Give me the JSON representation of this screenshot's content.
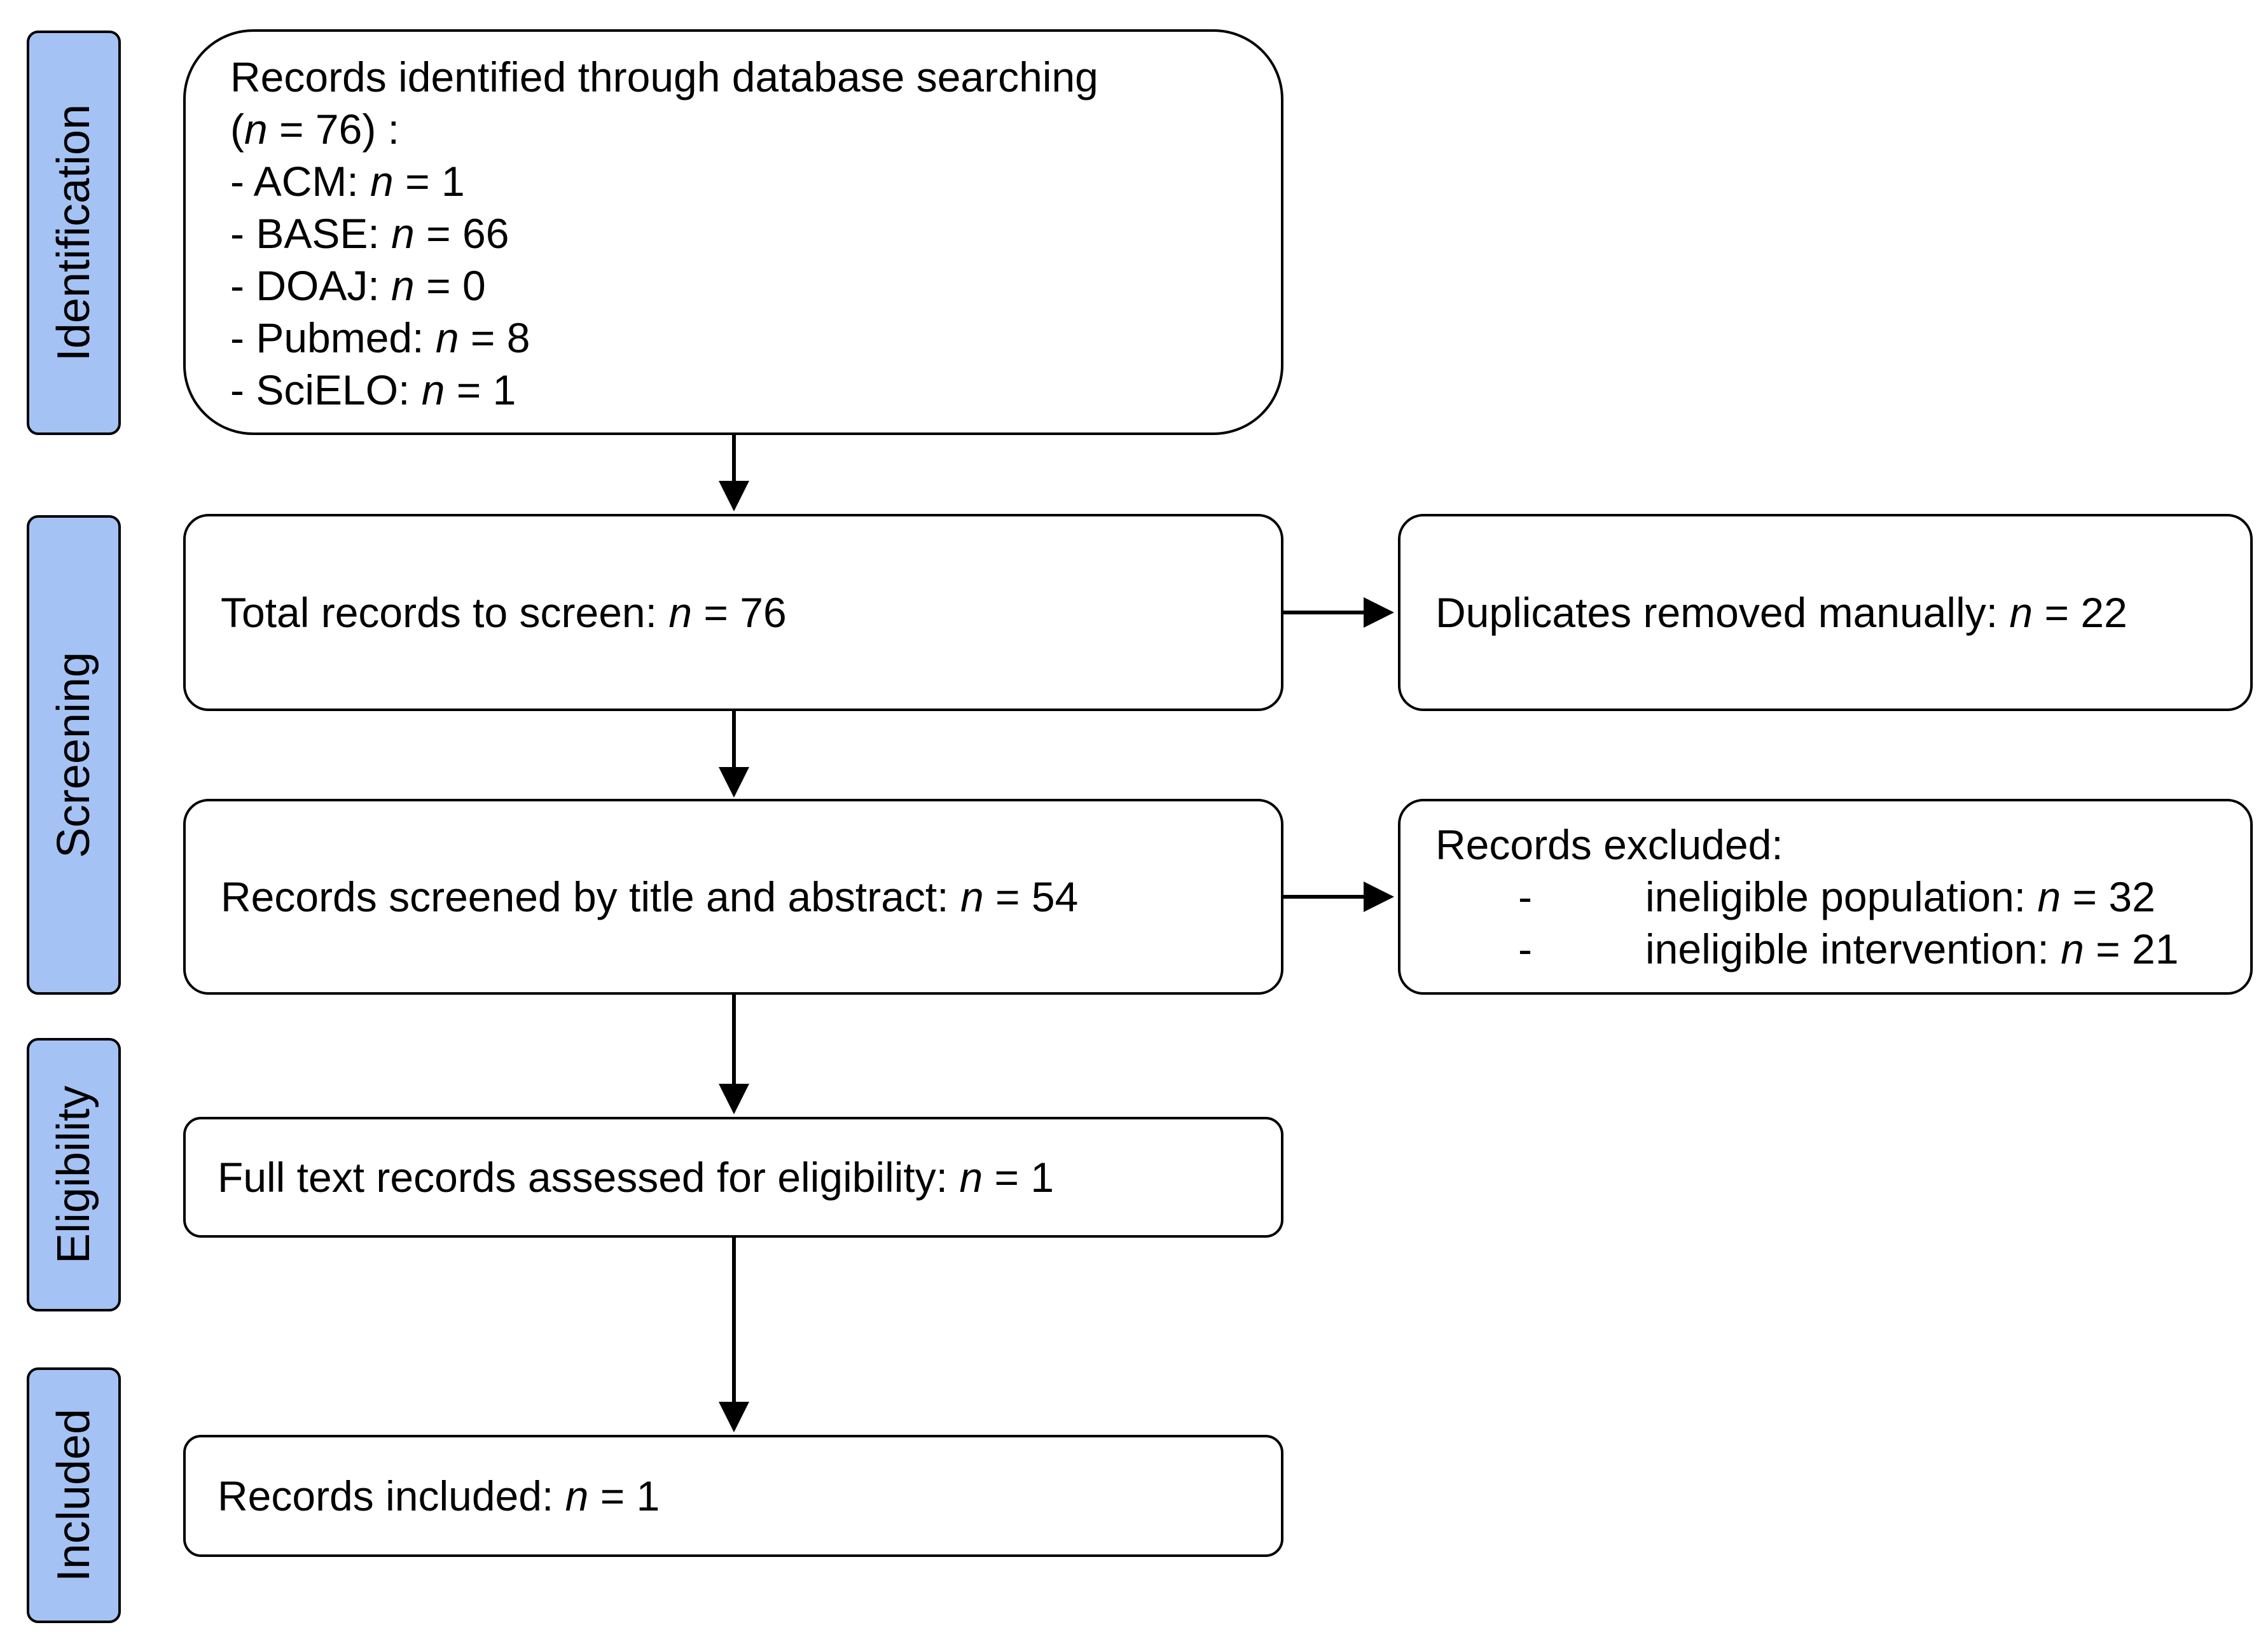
{
  "phases": {
    "identification": "Identification",
    "screening": "Screening",
    "eligibility": "Eligibility",
    "included": "Included"
  },
  "identification_box": {
    "line1": "Records identified through database searching",
    "line2_open": "(",
    "line2_n": "n",
    "line2_rest": " = 76) :",
    "sources": [
      {
        "prefix": "- ACM: ",
        "n": "n",
        "value": " = 1"
      },
      {
        "prefix": "- BASE: ",
        "n": "n",
        "value": " = 66"
      },
      {
        "prefix": "- DOAJ: ",
        "n": "n",
        "value": " = 0"
      },
      {
        "prefix": "- Pubmed: ",
        "n": "n",
        "value": " = 8"
      },
      {
        "prefix": "- SciELO: ",
        "n": "n",
        "value": " = 1"
      }
    ]
  },
  "total_screen": {
    "label": "Total records to screen: ",
    "n": "n",
    "value": " = 76"
  },
  "duplicates": {
    "label": "Duplicates removed manually: ",
    "n": "n",
    "value": " = 22"
  },
  "screened": {
    "label": "Records screened by title and abstract: ",
    "n": "n",
    "value": " = 54"
  },
  "excluded": {
    "title": "Records excluded:",
    "items": [
      {
        "dash": "-",
        "label": "ineligible population: ",
        "n": "n",
        "value": " = 32"
      },
      {
        "dash": "-",
        "label": "ineligible intervention: ",
        "n": "n",
        "value": " = 21"
      }
    ]
  },
  "eligibility_box": {
    "label": "Full text records assessed for eligibility: ",
    "n": "n",
    "value": " = 1"
  },
  "included_box": {
    "label": "Records included: ",
    "n": "n",
    "value": " = 1"
  }
}
